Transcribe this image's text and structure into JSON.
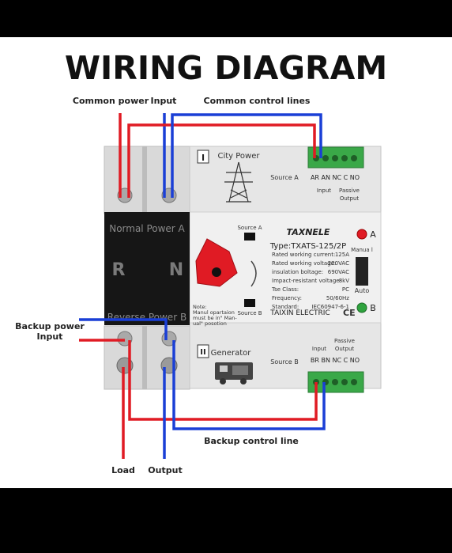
{
  "title": "WIRING DIAGRAM",
  "labels": {
    "common_power": "Common power",
    "input_top": "Input",
    "common_control_lines": "Common control lines",
    "backup_power_input_1": "Backup power",
    "backup_power_input_2": "Input",
    "backup_control_line": "Backup control line",
    "load": "Load",
    "output": "Output"
  },
  "device": {
    "brand": "TAXNELE",
    "type": "Type:TXATS-125/2P",
    "normal_power": "Normal  Power  A",
    "reverse_power": "Reverse  Power  B",
    "left_r": "R",
    "left_n": "N",
    "section_i": "I",
    "section_ii": "II",
    "city_power": "City  Power",
    "generator": "Generator",
    "source_a_top": "Source A",
    "source_a_small": "Source A",
    "source_b": "Source B",
    "source_b_small": "Source B",
    "term_top_labels": "AR AN NC C NO",
    "term_top_input": "Input",
    "term_top_passive_1": "Passive",
    "term_top_passive_2": "Output",
    "term_bot_input": "Input",
    "term_bot_passive_1": "Passive",
    "term_bot_passive_2": "Output",
    "term_bot_labels": "BR BN NC C NO",
    "manual": "Manua l",
    "auto": "Auto",
    "led_a": "A",
    "led_b": "B",
    "maker": "TAIXIN ELECTRIC",
    "note_1": "Note:",
    "note_2": "Manul opartaion",
    "note_3": "must be in\" Man-",
    "note_4": "ual\"    posotion",
    "specs": [
      {
        "k": "Rated working current:",
        "v": "125A"
      },
      {
        "k": "Rated working voltage:",
        "v": "220VAC"
      },
      {
        "k": "insulation boltage:",
        "v": "690VAC"
      },
      {
        "k": "Impact-resistant voltage:",
        "v": "8kV"
      },
      {
        "k": "Tse  Class:",
        "v": "PC"
      },
      {
        "k": "Frequency:",
        "v": "50/60Hz"
      },
      {
        "k": "Standard:",
        "v": "IEC60947-6-1"
      }
    ]
  },
  "colors": {
    "red_wire": "#e01b24",
    "blue_wire": "#1a3fd6",
    "terminal_green": "#3aa848",
    "body": "#e6e6e6",
    "dark_panel": "#161616"
  }
}
